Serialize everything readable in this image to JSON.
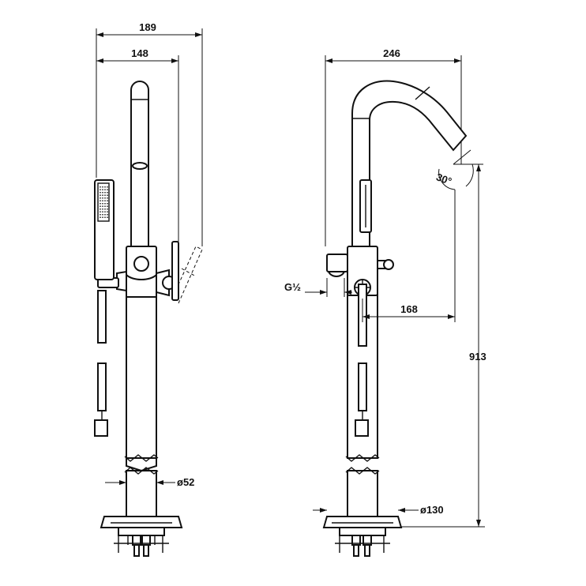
{
  "dimensions": {
    "width_overall": "189",
    "width_body": "148",
    "spout_reach": "246",
    "spout_angle": "30°",
    "connection_thread": "G½",
    "handle_offset": "168",
    "height_total": "913",
    "tube_diameter": "ø52",
    "base_diameter": "ø130"
  }
}
